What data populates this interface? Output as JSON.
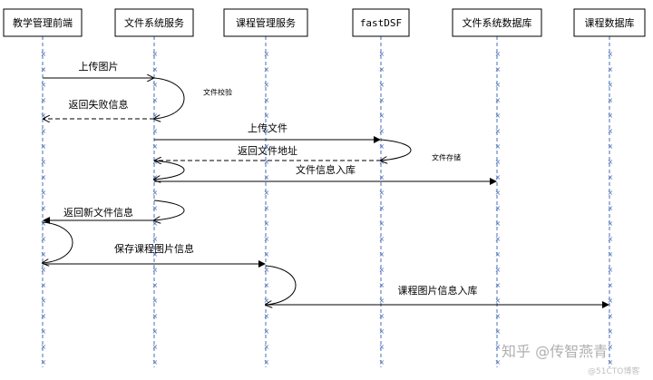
{
  "participants": [
    {
      "id": "frontend",
      "label": "教学管理前端"
    },
    {
      "id": "fileService",
      "label": "文件系统服务"
    },
    {
      "id": "courseService",
      "label": "课程管理服务"
    },
    {
      "id": "fastdfs",
      "label": "fastDSF"
    },
    {
      "id": "fileDb",
      "label": "文件系统数据库"
    },
    {
      "id": "courseDb",
      "label": "课程数据库"
    }
  ],
  "messages": [
    {
      "from": "frontend",
      "to": "fileService",
      "label": "上传图片",
      "style": "solid",
      "arrow": "open"
    },
    {
      "from": "fileService",
      "to": "fileService",
      "label": "文件校验",
      "style": "self"
    },
    {
      "from": "fileService",
      "to": "frontend",
      "label": "返回失败信息",
      "style": "dashed",
      "arrow": "open"
    },
    {
      "from": "fileService",
      "to": "fastdfs",
      "label": "上传文件",
      "style": "solid",
      "arrow": "filled"
    },
    {
      "from": "fastdfs",
      "to": "fastdfs",
      "label": "文件存储",
      "style": "self"
    },
    {
      "from": "fastdfs",
      "to": "fileService",
      "label": "返回文件地址",
      "style": "dashed",
      "arrow": "open"
    },
    {
      "from": "fileService",
      "to": "fileService",
      "label": "",
      "style": "self"
    },
    {
      "from": "fileService",
      "to": "fileDb",
      "label": "文件信息入库",
      "style": "solid",
      "arrow": "filled"
    },
    {
      "from": "fileService",
      "to": "fileService",
      "label": "",
      "style": "self"
    },
    {
      "from": "fileService",
      "to": "frontend",
      "label": "返回新文件信息",
      "style": "solid",
      "arrow": "filled"
    },
    {
      "from": "frontend",
      "to": "frontend",
      "label": "",
      "style": "self"
    },
    {
      "from": "frontend",
      "to": "courseService",
      "label": "保存课程图片信息",
      "style": "solid",
      "arrow": "filled"
    },
    {
      "from": "courseService",
      "to": "courseService",
      "label": "",
      "style": "self"
    },
    {
      "from": "courseService",
      "to": "courseDb",
      "label": "课程图片信息入库",
      "style": "solid",
      "arrow": "filled"
    }
  ],
  "lifeline_marker": "×",
  "watermark": {
    "main": "知乎 @传智燕青",
    "sub": "@51CTO博客"
  },
  "colors": {
    "line": "#000000",
    "lifeline": "#4a6fb5",
    "box_border": "#000000",
    "watermark": "#b0b0b0"
  }
}
